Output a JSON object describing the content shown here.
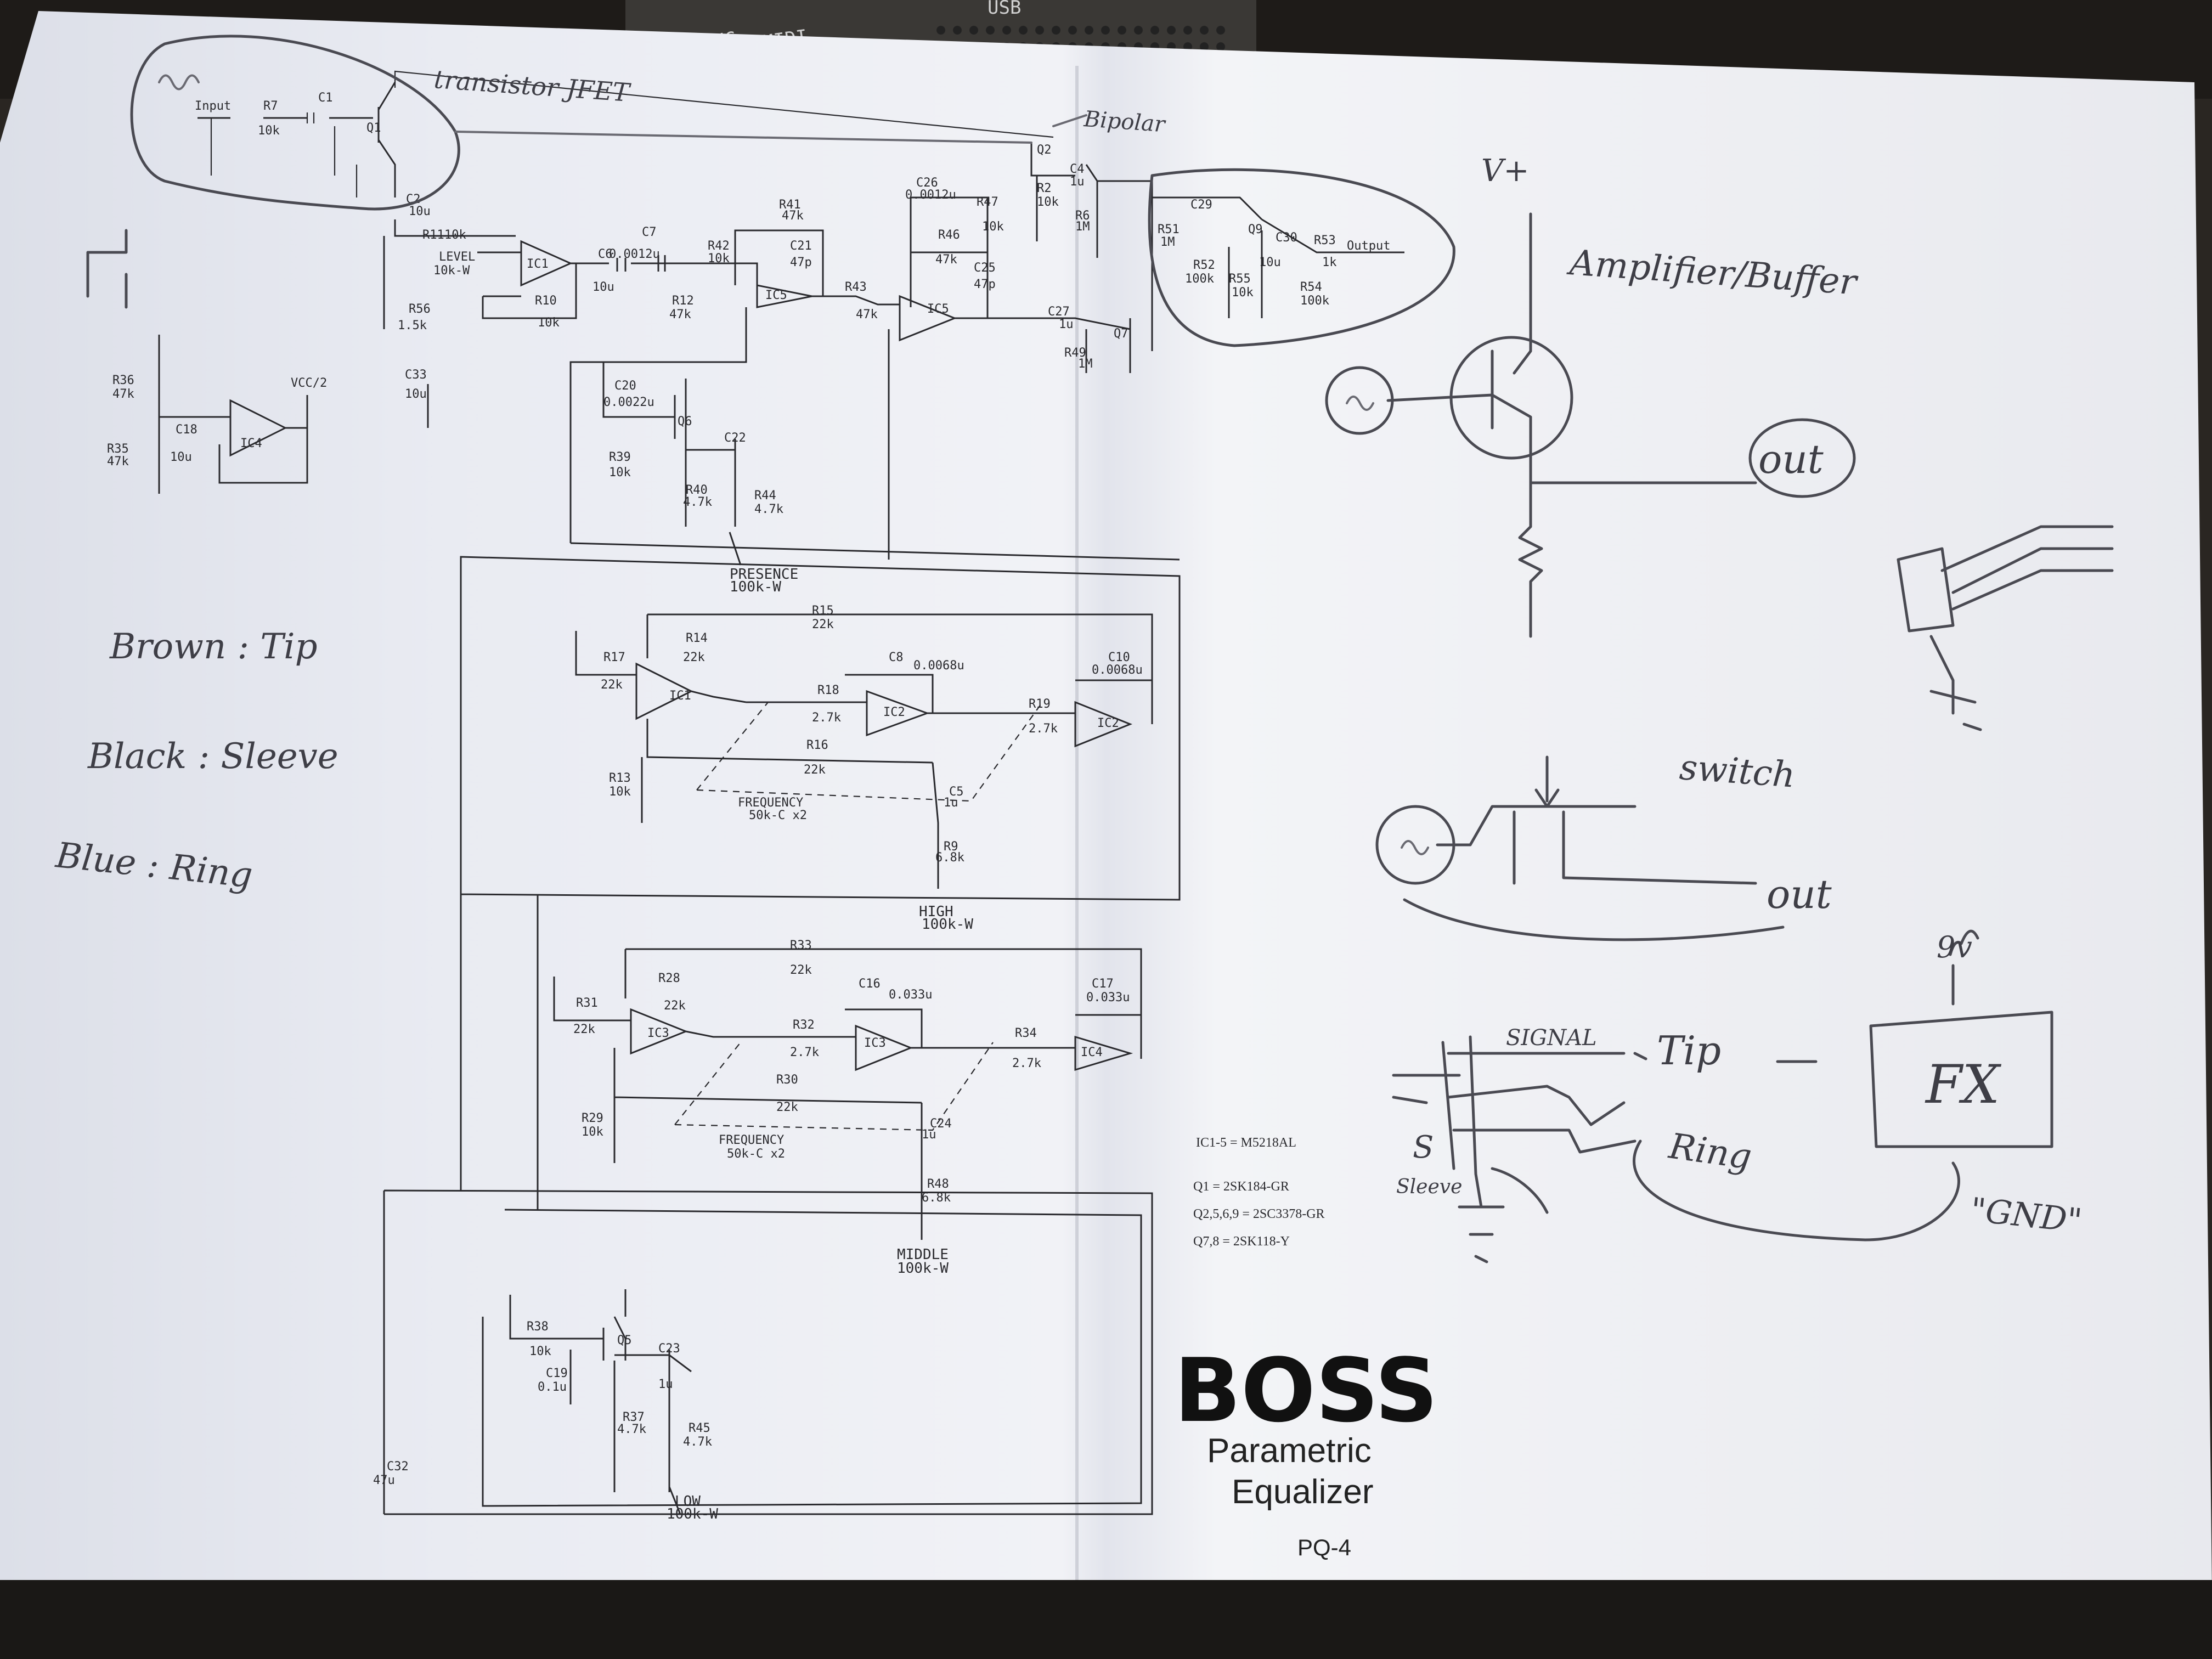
{
  "device": {
    "labels": [
      "USB",
      "SYNC",
      "MIDI"
    ]
  },
  "schematic": {
    "components": {
      "input": "Input",
      "r7": "R7",
      "r7v": "10k",
      "c1": "C1",
      "q1": "Q1",
      "c2": "C2",
      "c2v": "10u",
      "r11": "R11",
      "r11v": "10k",
      "level": "LEVEL",
      "levelv": "10k-W",
      "r56": "R56",
      "r56v": "1.5k",
      "c33": "C33",
      "c33v": "10u",
      "ic1a": "IC1",
      "r10": "R10",
      "r10v": "10k",
      "c6": "C6",
      "c6v": "10u",
      "c7": "C7",
      "c7v": "0.0012u",
      "r42": "R42",
      "r42v": "10k",
      "r12": "R12",
      "r12v": "47k",
      "r41": "R41",
      "r41v": "47k",
      "c21": "C21",
      "c21v": "47p",
      "ic5a": "IC5",
      "r43": "R43",
      "r43v": "47k",
      "c26": "C26",
      "c26v": "0.0012u",
      "r47": "R47",
      "r47v": "10k",
      "r46": "R46",
      "r46v": "47k",
      "c25": "C25",
      "c25v": "47p",
      "ic5b": "IC5",
      "q2": "Q2",
      "r2": "R2",
      "r2v": "10k",
      "c4": "C4",
      "c4v": "1u",
      "r6": "R6",
      "r6v": "1M",
      "c27": "C27",
      "c27v": "1u",
      "q7": "Q7",
      "r49": "R49",
      "r49v": "1M",
      "r51": "R51",
      "r51v": "1M",
      "r52": "R52",
      "r52v": "100k",
      "c29": "C29",
      "q9": "Q9",
      "r55": "R55",
      "r55v": "10k",
      "c30": "C30",
      "c30v": "10u",
      "r53": "R53",
      "r53v": "1k",
      "r54": "R54",
      "r54v": "100k",
      "output": "Output",
      "r36": "R36",
      "r36v": "47k",
      "r35": "R35",
      "r35v": "47k",
      "c18": "C18",
      "c18v": "10u",
      "ic4a": "IC4",
      "vcc": "VCC/2",
      "c20": "C20",
      "c20v": "0.0022u",
      "q6": "Q6",
      "c22": "C22",
      "r39": "R39",
      "r39v": "10k",
      "r40": "R40",
      "r40v": "4.7k",
      "r44": "R44",
      "r44v": "4.7k",
      "presence": "PRESENCE",
      "presencev": "100k-W",
      "r15": "R15",
      "r15v": "22k",
      "r14": "R14",
      "r14v": "22k",
      "r17": "R17",
      "r17v": "22k",
      "ic1b": "IC1",
      "r18": "R18",
      "r18v": "2.7k",
      "c8": "C8",
      "c8v": "0.0068u",
      "ic2a": "IC2",
      "r19": "R19",
      "r19v": "2.7k",
      "c10": "C10",
      "c10v": "0.0068u",
      "ic2b": "IC2",
      "r16": "R16",
      "r16v": "22k",
      "r13": "R13",
      "r13v": "10k",
      "freq1": "FREQUENCY",
      "freq1v": "50k-C x2",
      "c5": "C5",
      "c5v": "1u",
      "r9": "R9",
      "r9v": "6.8k",
      "high": "HIGH",
      "highv": "100k-W",
      "r33": "R33",
      "r33v": "22k",
      "r28": "R28",
      "r28v": "22k",
      "r31": "R31",
      "r31v": "22k",
      "ic3a": "IC3",
      "r32": "R32",
      "r32v": "2.7k",
      "c16": "C16",
      "c16v": "0.033u",
      "ic3b": "IC3",
      "r34": "R34",
      "r34v": "2.7k",
      "c17": "C17",
      "c17v": "0.033u",
      "ic4b": "IC4",
      "r30": "R30",
      "r30v": "22k",
      "r29": "R29",
      "r29v": "10k",
      "freq2": "FREQUENCY",
      "freq2v": "50k-C x2",
      "c24": "C24",
      "c24v": "1u",
      "r48": "R48",
      "r48v": "6.8k",
      "middle": "MIDDLE",
      "middlev": "100k-W",
      "r38": "R38",
      "r38v": "10k",
      "q5": "Q5",
      "c23": "C23",
      "c23v": "1u",
      "c19": "C19",
      "c19v": "0.1u",
      "r37": "R37",
      "r37v": "4.7k",
      "r45": "R45",
      "r45v": "4.7k",
      "c32": "C32",
      "c32v": "47u",
      "low": "LOW",
      "lowv": "100k-W"
    },
    "parts_list": [
      "IC1-5 = M5218AL",
      "Q1 = 2SK184-GR",
      "Q2,5,6,9 = 2SC3378-GR",
      "Q7,8 = 2SK118-Y"
    ],
    "brand": "BOSS",
    "product": [
      "Parametric",
      "Equalizer"
    ],
    "model": "PQ-4"
  },
  "notes": {
    "transistor": "transistor JFET",
    "bipolar": "Bipolar",
    "vplus": "V+",
    "amp": "Amplifier/Buffer",
    "out1": "out",
    "switch": "switch",
    "out2": "out",
    "wires": [
      "Brown : Tip",
      "Black : Sleeve",
      "Blue : Ring"
    ],
    "signal": "SIGNAL",
    "tip": "Tip",
    "ring": "Ring",
    "sleeve_s": "S",
    "sleeve": "Sleeve",
    "fx": "FX",
    "nine_v": "9v",
    "gnd": "\"GND\""
  }
}
